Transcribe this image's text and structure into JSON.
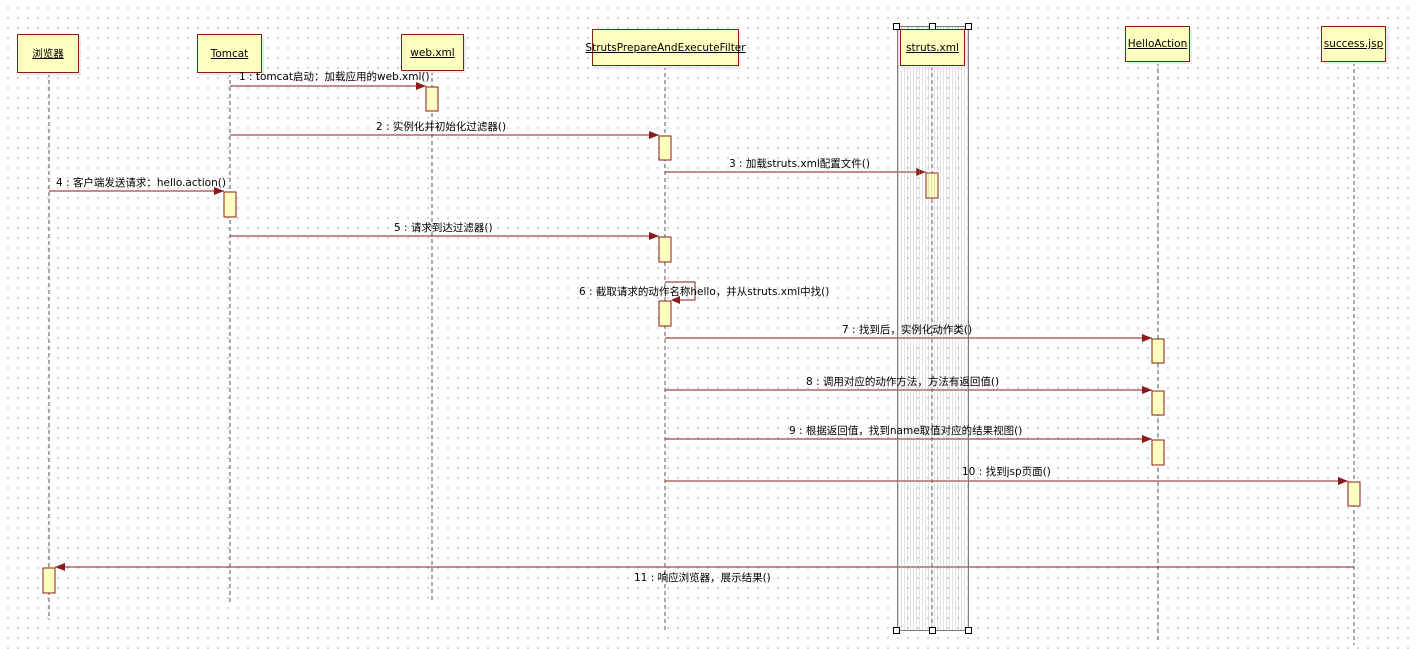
{
  "diagram": {
    "colors": {
      "participant_fill": "#ffffc0",
      "participant_border": "#8b1a1a",
      "message_line": "#8b1a1a",
      "lifeline": "#555555",
      "activation_fill": "#ffffc0"
    },
    "participants": [
      {
        "id": "browser",
        "name": "浏览器"
      },
      {
        "id": "tomcat",
        "name": "Tomcat"
      },
      {
        "id": "webxml",
        "name": "web.xml"
      },
      {
        "id": "filter",
        "name": "StrutsPrepareAndExecuteFilter"
      },
      {
        "id": "strutsxml",
        "name": "struts.xml"
      },
      {
        "id": "helloaction",
        "name": "HelloAction"
      },
      {
        "id": "successjsp",
        "name": "success.jsp"
      }
    ],
    "messages": [
      {
        "from": "tomcat",
        "to": "webxml",
        "label": "1 : tomcat启动：加载应用的web.xml()"
      },
      {
        "from": "tomcat",
        "to": "filter",
        "label": "2 : 实例化并初始化过滤器()"
      },
      {
        "from": "filter",
        "to": "strutsxml",
        "label": "3 : 加载struts.xml配置文件()"
      },
      {
        "from": "browser",
        "to": "tomcat",
        "label": "4 : 客户端发送请求：hello.action()"
      },
      {
        "from": "tomcat",
        "to": "filter",
        "label": "5 : 请求到达过滤器()"
      },
      {
        "from": "filter",
        "to": "filter",
        "label": "6 : 截取请求的动作名称hello，并从struts.xml中找()"
      },
      {
        "from": "filter",
        "to": "helloaction",
        "label": "7 : 找到后，实例化动作类()"
      },
      {
        "from": "filter",
        "to": "helloaction",
        "label": "8 : 调用对应的动作方法，方法有返回值()"
      },
      {
        "from": "filter",
        "to": "helloaction",
        "label": "9 : 根据返回值，找到name取值对应的结果视图()"
      },
      {
        "from": "filter",
        "to": "successjsp",
        "label": "10 : 找到jsp页面()"
      },
      {
        "from": "successjsp",
        "to": "browser",
        "label": "11 : 响应浏览器，展示结果()"
      }
    ]
  }
}
